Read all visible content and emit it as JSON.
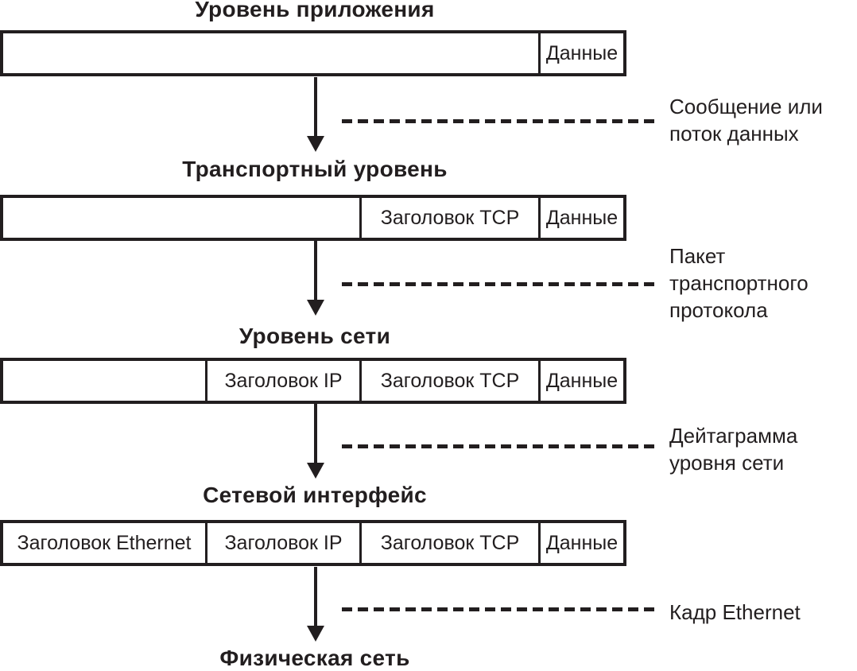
{
  "diagram": {
    "ink_color": "#221e1f",
    "background_color": "#ffffff",
    "layers": [
      {
        "title": "Уровень приложения",
        "cells": [
          {
            "label": ""
          },
          {
            "label": "Данные"
          }
        ],
        "annotation_lines": [
          "Сообщение или",
          "поток данных"
        ]
      },
      {
        "title": "Транспортный уровень",
        "cells": [
          {
            "label": ""
          },
          {
            "label": "Заголовок TCP"
          },
          {
            "label": "Данные"
          }
        ],
        "annotation_lines": [
          "Пакет",
          "транспортного",
          "протокола"
        ]
      },
      {
        "title": "Уровень сети",
        "cells": [
          {
            "label": ""
          },
          {
            "label": "Заголовок IP"
          },
          {
            "label": "Заголовок TCP"
          },
          {
            "label": "Данные"
          }
        ],
        "annotation_lines": [
          "Дейтаграмма",
          "уровня сети"
        ]
      },
      {
        "title": "Сетевой интерфейс",
        "cells": [
          {
            "label": "Заголовок Ethernet"
          },
          {
            "label": "Заголовок IP"
          },
          {
            "label": "Заголовок TCP"
          },
          {
            "label": "Данные"
          }
        ],
        "annotation_lines": [
          "Кадр Ethernet"
        ]
      }
    ],
    "footer_title": "Физическая сеть"
  }
}
